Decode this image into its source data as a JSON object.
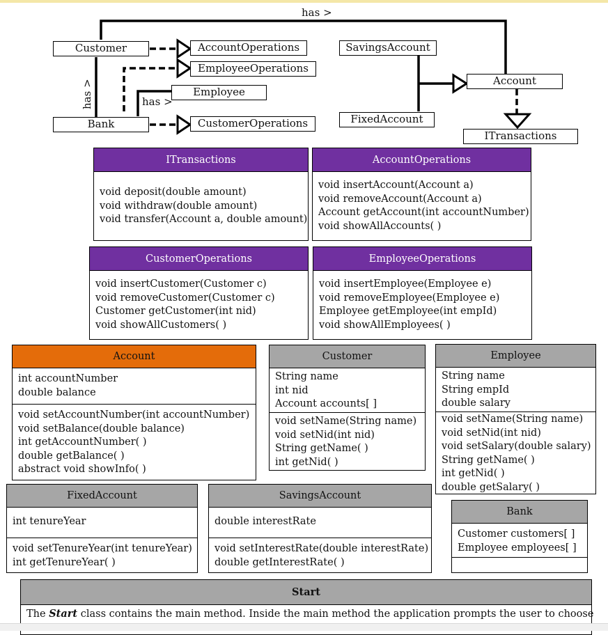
{
  "top_diagram": {
    "nodes": {
      "customer": "Customer",
      "bank": "Bank",
      "account_operations": "AccountOperations",
      "employee_operations": "EmployeeOperations",
      "employee": "Employee",
      "customer_operations": "CustomerOperations",
      "savings_account": "SavingsAccount",
      "fixed_account": "FixedAccount",
      "account": "Account",
      "itransactions": "ITransactions"
    },
    "edge_labels": {
      "customer_account": "has >",
      "bank_customer": "has >",
      "bank_employee": "has >"
    }
  },
  "classes": {
    "itransactions": {
      "name": "ITransactions",
      "methods": [
        "void deposit(double amount)",
        "void withdraw(double amount)",
        "void transfer(Account a, double amount)"
      ]
    },
    "account_operations": {
      "name": "AccountOperations",
      "methods": [
        "void insertAccount(Account a)",
        "void removeAccount(Account a)",
        "Account getAccount(int accountNumber)",
        "void showAllAccounts( )"
      ]
    },
    "customer_operations": {
      "name": "CustomerOperations",
      "methods": [
        "void insertCustomer(Customer c)",
        "void removeCustomer(Customer c)",
        "Customer getCustomer(int nid)",
        "void showAllCustomers( )"
      ]
    },
    "employee_operations": {
      "name": "EmployeeOperations",
      "methods": [
        "void insertEmployee(Employee e)",
        "void removeEmployee(Employee e)",
        "Employee getEmployee(int empId)",
        "void showAllEmployees( )"
      ]
    },
    "account": {
      "name": "Account",
      "fields": [
        "int accountNumber",
        "double balance"
      ],
      "methods": [
        "void setAccountNumber(int accountNumber)",
        "void setBalance(double balance)",
        "int getAccountNumber( )",
        "double getBalance( )",
        "abstract void showInfo( )"
      ]
    },
    "customer": {
      "name": "Customer",
      "fields": [
        "String name",
        "int nid",
        "Account accounts[ ]"
      ],
      "methods": [
        "void setName(String name)",
        "void setNid(int nid)",
        "String getName( )",
        "int getNid( )"
      ]
    },
    "employee": {
      "name": "Employee",
      "fields": [
        "String name",
        "String empId",
        "double salary"
      ],
      "methods": [
        "void setName(String name)",
        "void setNid(int nid)",
        "void setSalary(double salary)",
        "String getName( )",
        "int getNid( )",
        "double getSalary( )"
      ]
    },
    "fixed_account": {
      "name": "FixedAccount",
      "fields": [
        "int tenureYear"
      ],
      "methods": [
        "void setTenureYear(int tenureYear)",
        "int getTenureYear( )"
      ]
    },
    "savings_account": {
      "name": "SavingsAccount",
      "fields": [
        "double interestRate"
      ],
      "methods": [
        "void setInterestRate(double interestRate)",
        "double getInterestRate( )"
      ]
    },
    "bank": {
      "name": "Bank",
      "fields": [
        "Customer customers[ ]",
        "Employee employees[ ]"
      ],
      "methods": []
    },
    "start": {
      "name": "Start",
      "desc_before": "The ",
      "desc_em": "Start",
      "desc_after": " class contains the main method. Inside the main method the application prompts the user to choose"
    }
  }
}
